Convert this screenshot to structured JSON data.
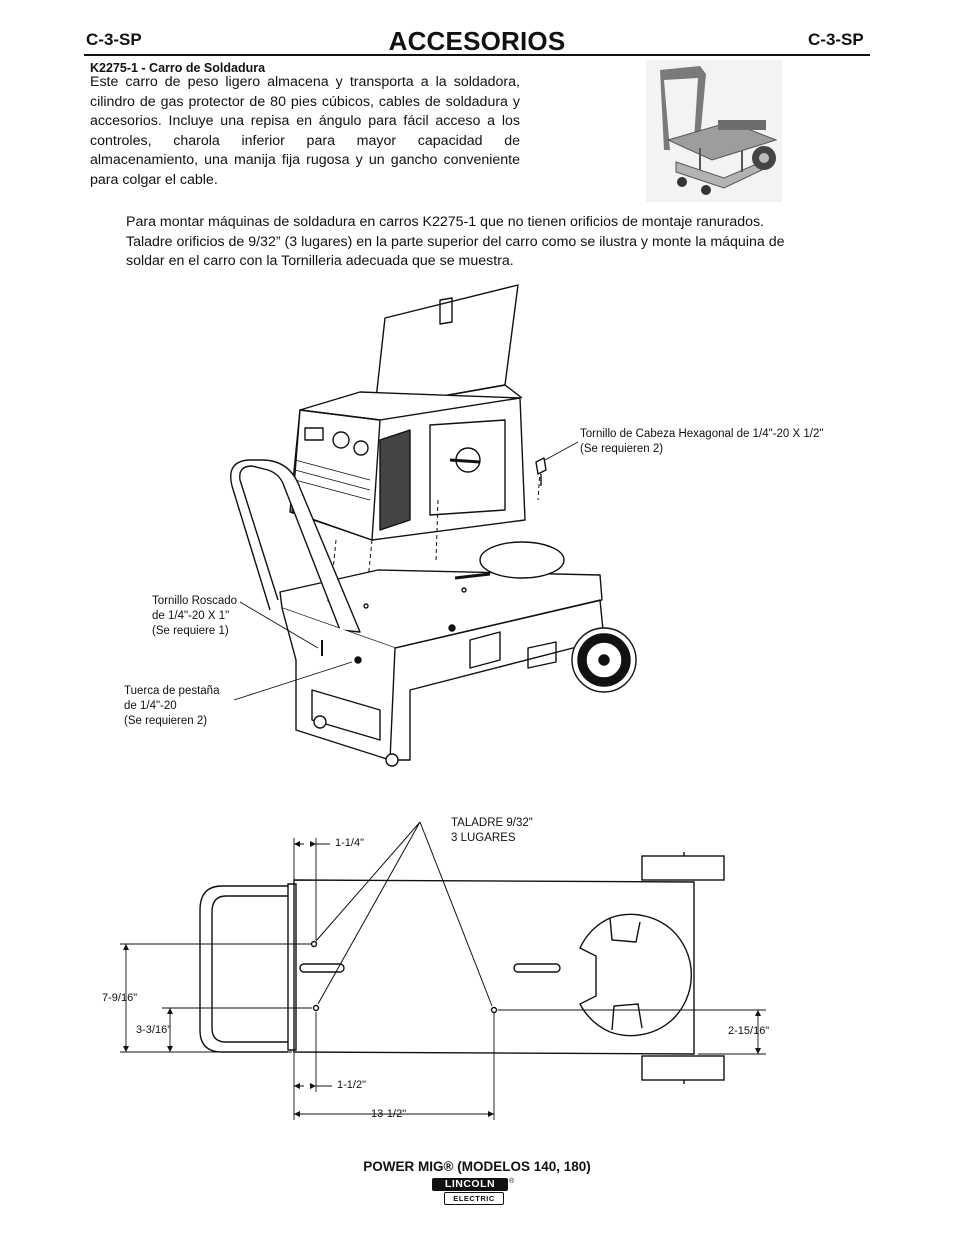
{
  "header": {
    "code_left": "C-3-SP",
    "title": "ACCESORIOS",
    "code_right": "C-3-SP"
  },
  "section": {
    "heading": "K2275-1 -  Carro de Soldadura",
    "body": "Este carro de peso ligero almacena y transporta a la soldadora, cilindro de gas protector de 80 pies cúbicos, cables de soldadura y accesorios. Incluye una repisa en ángulo para fácil acceso a los controles, charola inferior para mayor capacidad de almacenamiento, una manija fija rugosa y un gancho conveniente para colgar el cable."
  },
  "instructions": "Para montar máquinas de soldadura en carros K2275-1 que no tienen orificios de montaje ranurados. Taladre orificios de 9/32” (3 lugares) en la parte superior del carro como se ilustra y monte la máquina de soldar en el carro con la Tornilleria adecuada que se muestra.",
  "callouts": {
    "hex_screw": [
      "Tornillo de Cabeza Hexagonal de 1/4\"-20 X 1/2\"",
      "(Se requieren 2)"
    ],
    "thread_screw": [
      "Tornillo Roscado",
      "de 1/4\"-20 X 1\"",
      "(Se requiere 1)"
    ],
    "flange_nut": [
      "Tuerca de pestaña",
      "de 1/4\"-20",
      "(Se requieren 2)"
    ]
  },
  "drawing": {
    "drill_note": [
      "TALADRE 9/32\"",
      "3 LUGARES"
    ],
    "dim_1_1_4": "1-1/4\"",
    "dim_7_9_16": "7-9/16\"",
    "dim_3_3_16": "3-3/16\"",
    "dim_2_15_16": "2-15/16\"",
    "dim_1_1_2": "1-1/2\"",
    "dim_13_1_2": "13-1/2\""
  },
  "footer": {
    "title": "POWER MIG® (MODELOS 140, 180)",
    "logo_top": "LINCOLN",
    "logo_bottom": "ELECTRIC",
    "logo_reg": "®"
  }
}
